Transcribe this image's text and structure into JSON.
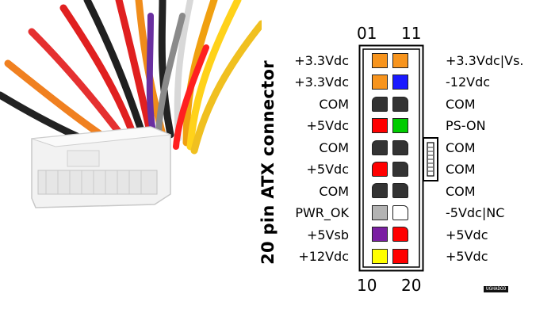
{
  "title": "20 pin ATX connector",
  "pin_numbers": {
    "top_left": "01",
    "top_right": "11",
    "bottom_left": "10",
    "bottom_right": "20"
  },
  "left_labels": [
    "+3.3Vdc",
    "+3.3Vdc",
    "COM",
    "+5Vdc",
    "COM",
    "+5Vdc",
    "COM",
    "PWR_OK",
    "+5Vsb",
    "+12Vdc"
  ],
  "right_labels": [
    "+3.3Vdc|Vs.",
    "-12Vdc",
    "COM",
    "PS-ON",
    "COM",
    "COM",
    "COM",
    "-5Vdc|NC",
    "+5Vdc",
    "+5Vdc"
  ],
  "left_pin_colors": [
    "#f7941d",
    "#f7941d",
    "#333333",
    "#ff0000",
    "#333333",
    "#ff0000",
    "#333333",
    "#b3b3b3",
    "#7a1fa2",
    "#ffff00"
  ],
  "right_pin_colors": [
    "#f7941d",
    "#1a1aff",
    "#333333",
    "#00cc00",
    "#333333",
    "#333333",
    "#333333",
    "#ffffff",
    "#ff0000",
    "#ff0000"
  ],
  "watermark": "UGHADOO"
}
